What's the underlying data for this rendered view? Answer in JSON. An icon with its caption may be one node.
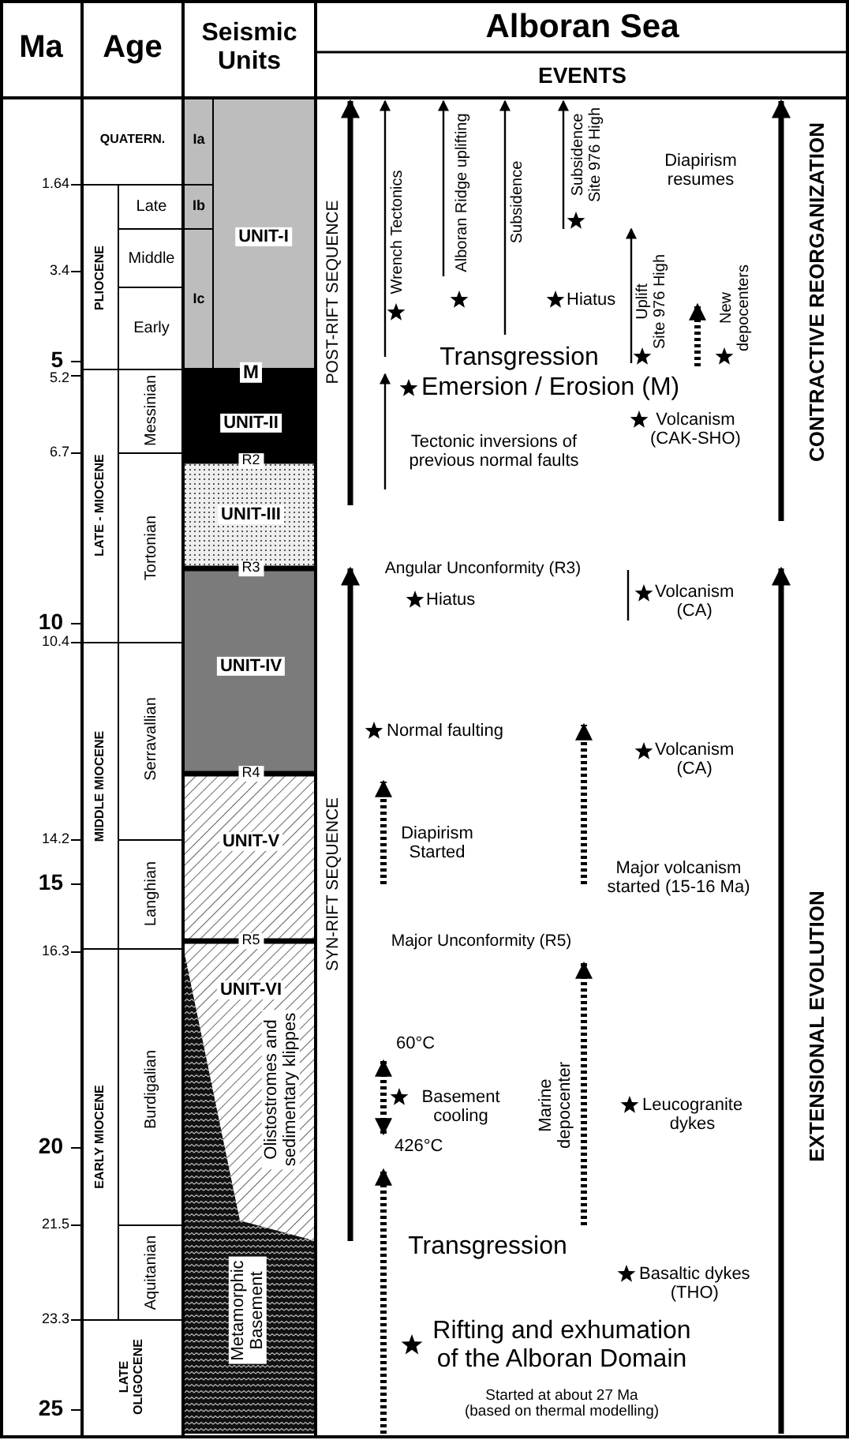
{
  "diagram": {
    "labels": [
      "Ma",
      "Age",
      "Seismic Units",
      "Alboran Sea",
      "EVENTS",
      "1.64",
      "3.4",
      "5",
      "5.2",
      "6.7",
      "10",
      "10.4",
      "14.2",
      "15",
      "16.3",
      "20",
      "21.5",
      "23.3",
      "25",
      "QUATERN.",
      "PLIOCENE",
      "Late",
      "Middle",
      "Early",
      "LATE - MIOCENE",
      "Messinian",
      "Tortonian",
      "MIDDLE MIOCENE",
      "Serravallian",
      "Langhian",
      "EARLY MIOCENE",
      "Burdigalian",
      "Aquitanian",
      "LATE OLIGOCENE",
      "Ia",
      "Ib",
      "Ic",
      "UNIT-I",
      "M",
      "UNIT-II",
      "R2",
      "UNIT-III",
      "R3",
      "UNIT-IV",
      "R4",
      "UNIT-V",
      "R5",
      "UNIT-VI",
      "Olistostromes and sedimentary klippes",
      "Metamorphic Basement",
      "POST-RIFT SEQUENCE",
      "Wrench Tectonics",
      "Alboran Ridge uplifting",
      "Subsidence",
      "Subsidence Site 976 High",
      "Diapirism resumes",
      "Hiatus",
      "Uplift Site 976 High",
      "New depocenters",
      "Transgression",
      "Emersion / Erosion (M)",
      "Volcanism (CAK-SHO)",
      "Tectonic inversions of previous normal faults",
      "CONTRACTIVE REORGANIZATION",
      "Angular Unconformity (R3)",
      "Hiatus",
      "Volcanism (CA)",
      "Normal faulting",
      "Volcanism (CA)",
      "Diapirism Started",
      "Major volcanism started (15-16 Ma)",
      "SYN-RIFT SEQUENCE",
      "Major Unconformity (R5)",
      "60°C",
      "Basement cooling",
      "426°C",
      "Marine depocenter",
      "Leucogranite dykes",
      "EXTENSIONAL EVOLUTION",
      "Transgression",
      "Basaltic dykes (THO)",
      "Rifting and exhumation of the Alboran Domain",
      "Started at about 27 Ma (based on thermal modelling)"
    ]
  }
}
